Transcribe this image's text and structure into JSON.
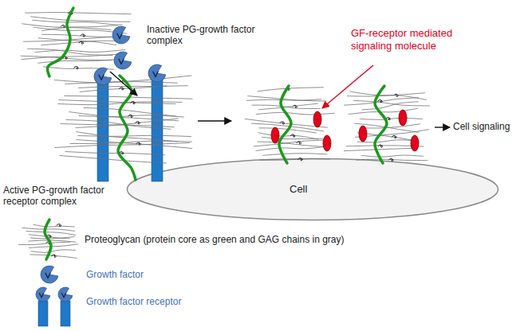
{
  "diagram": {
    "nodes": [
      {
        "text": [
          "Cell"
        ]
      }
    ],
    "labels": [
      "Inactive PG-growth factor complex",
      "Active PG-growth factor receptor complex",
      "GF-receptor mediated signaling molecule",
      "Cell signaling"
    ],
    "legend": [
      {
        "text": "Proteoglycan (protein core as green and GAG chains in gray)"
      },
      {
        "text": "Growth factor"
      },
      {
        "text": "Growth factor receptor"
      }
    ]
  }
}
